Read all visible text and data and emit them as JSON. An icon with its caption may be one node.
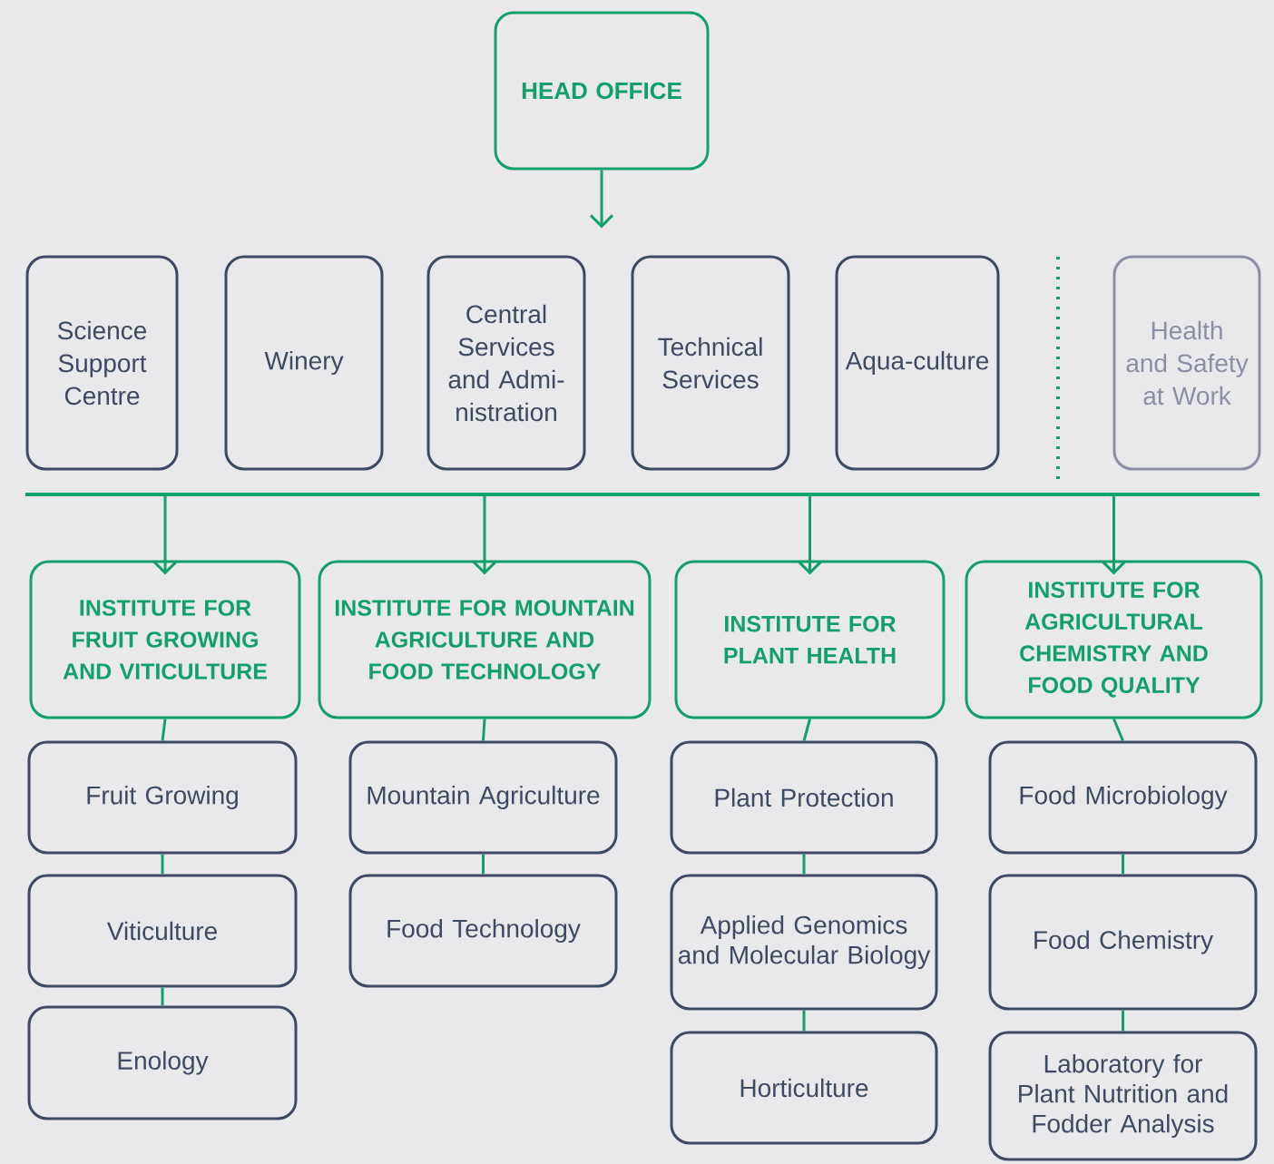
{
  "diagram": {
    "nodes": [
      {
        "text": [
          "HEAD OFFICE"
        ]
      },
      {
        "text": [
          "Science Support Centre"
        ]
      },
      {
        "text": [
          "Winery"
        ]
      },
      {
        "text": [
          "Central Services and Admi-nistration"
        ]
      },
      {
        "text": [
          "Technical Services"
        ]
      },
      {
        "text": [
          "Aqua-culture"
        ]
      },
      {
        "text": [
          "Health and Safety at Work"
        ]
      },
      {
        "text": [
          "INSTITUTE FOR FRUIT GROWING AND VITICULTURE"
        ]
      },
      {
        "text": [
          "Fruit Growing"
        ]
      },
      {
        "text": [
          "Viticulture"
        ]
      },
      {
        "text": [
          "Enology"
        ]
      },
      {
        "text": [
          "INSTITUTE FOR MOUNTAIN AGRICULTURE AND FOOD TECHNOLOGY"
        ]
      },
      {
        "text": [
          "Mountain Agriculture"
        ]
      },
      {
        "text": [
          "Food Technology"
        ]
      },
      {
        "text": [
          "INSTITUTE FOR PLANT HEALTH"
        ]
      },
      {
        "text": [
          "Plant Protection"
        ]
      },
      {
        "text": [
          "Applied Genomics and Molecular Biology"
        ]
      },
      {
        "text": [
          "Horticulture"
        ]
      },
      {
        "text": [
          "INSTITUTE FOR AGRICULTURAL CHEMISTRY AND FOOD QUALITY"
        ]
      },
      {
        "text": [
          "Food Microbiology"
        ]
      },
      {
        "text": [
          "Food Chemistry"
        ]
      },
      {
        "text": [
          "Laboratory for Plant Nutrition and Fodder Analysis"
        ]
      }
    ],
    "edges": [
      {
        "from": 0,
        "to": null,
        "arrow": "to"
      },
      {
        "from": null,
        "to": 7,
        "arrow": "to"
      },
      {
        "from": null,
        "to": 11,
        "arrow": "to"
      },
      {
        "from": null,
        "to": 14,
        "arrow": "to"
      },
      {
        "from": null,
        "to": 18,
        "arrow": "to"
      },
      {
        "from": 7,
        "to": 8,
        "arrow": "none"
      },
      {
        "from": 8,
        "to": 9,
        "arrow": "none"
      },
      {
        "from": 9,
        "to": 10,
        "arrow": "none"
      },
      {
        "from": 11,
        "to": 12,
        "arrow": "none"
      },
      {
        "from": 12,
        "to": 13,
        "arrow": "none"
      },
      {
        "from": 14,
        "to": 15,
        "arrow": "none"
      },
      {
        "from": 15,
        "to": 16,
        "arrow": "none"
      },
      {
        "from": 16,
        "to": 17,
        "arrow": "none"
      },
      {
        "from": 18,
        "to": 19,
        "arrow": "none"
      },
      {
        "from": 19,
        "to": 20,
        "arrow": "none"
      },
      {
        "from": 20,
        "to": 21,
        "arrow": "none"
      }
    ]
  }
}
